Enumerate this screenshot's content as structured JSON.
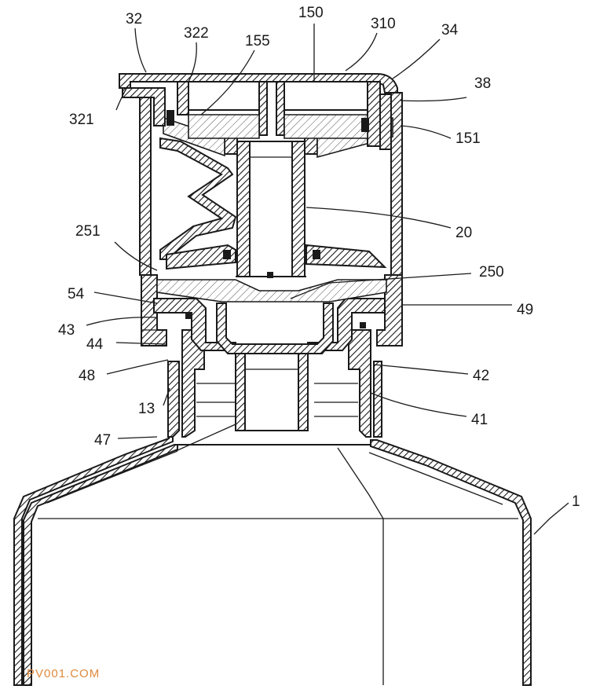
{
  "labels": {
    "l32": "32",
    "l322": "322",
    "l155": "155",
    "l150": "150",
    "l310": "310",
    "l34": "34",
    "l38": "38",
    "l321": "321",
    "l151": "151",
    "l20": "20",
    "l251": "251",
    "l250": "250",
    "l54": "54",
    "l49": "49",
    "l43": "43",
    "l44": "44",
    "l42": "42",
    "l48": "48",
    "l13": "13",
    "l41": "41",
    "l47": "47",
    "l1": "1"
  },
  "watermark": "PV001.COM"
}
